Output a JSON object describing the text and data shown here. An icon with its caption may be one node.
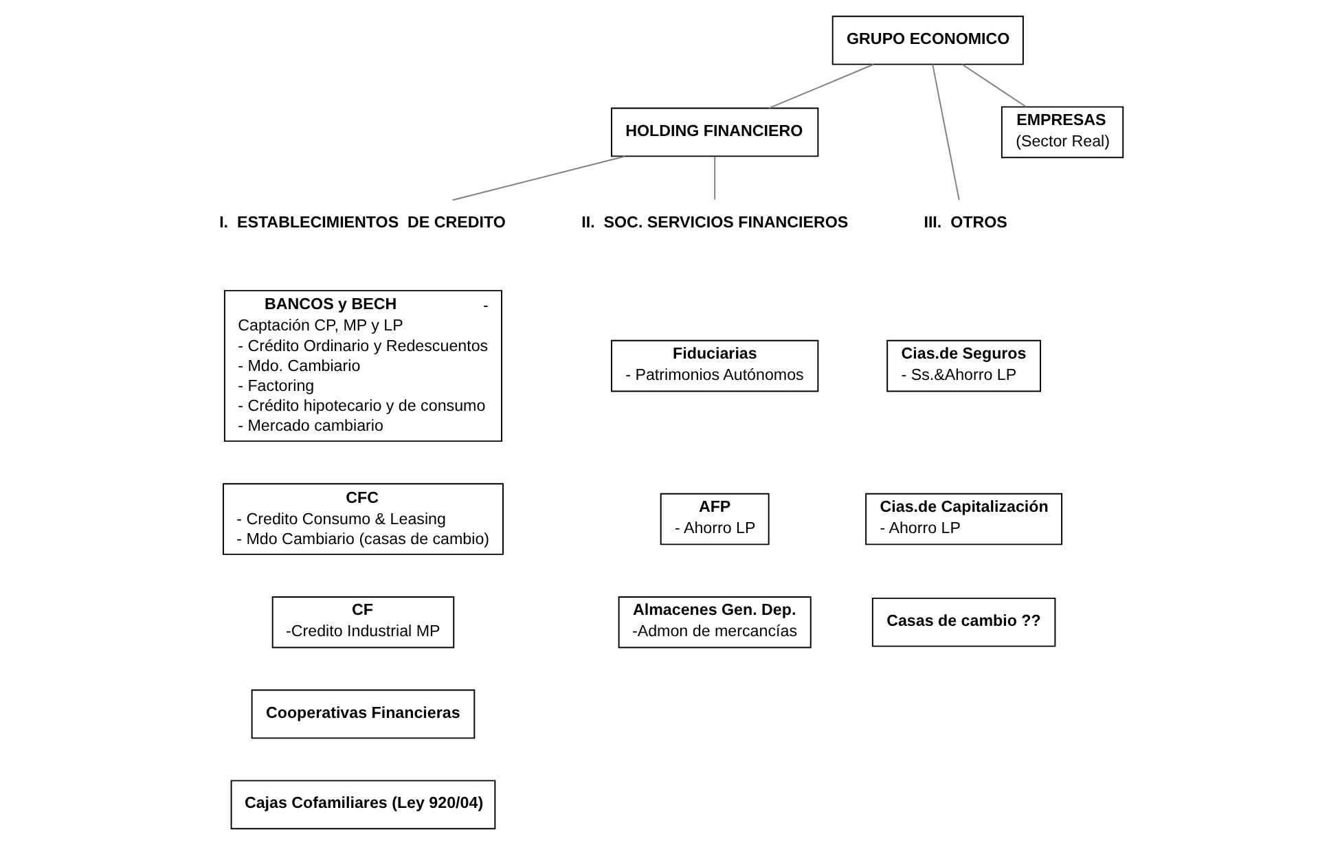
{
  "diagram": {
    "nodes": [
      {
        "text": [
          "GRUPO ECONOMICO"
        ]
      },
      {
        "text": [
          "HOLDING FINANCIERO"
        ]
      },
      {
        "text": [
          "EMPRESAS",
          "(Sector Real)"
        ]
      },
      {
        "text": [
          "I.  ESTABLECIMIENTOS  DE CREDITO"
        ]
      },
      {
        "text": [
          "II.  SOC. SERVICIOS FINANCIEROS"
        ]
      },
      {
        "text": [
          "III.  OTROS"
        ]
      },
      {
        "text": [
          "BANCOS y BECH",
          "-",
          "Captación CP, MP y LP",
          "- Crédito Ordinario y Redescuentos",
          "- Mdo. Cambiario",
          "- Factoring",
          "- Crédito hipotecario y de consumo",
          "- Mercado cambiario"
        ]
      },
      {
        "text": [
          "CFC",
          "- Credito Consumo & Leasing",
          "- Mdo Cambiario (casas de cambio)"
        ]
      },
      {
        "text": [
          "CF",
          "-Credito Industrial MP"
        ]
      },
      {
        "text": [
          "Cooperativas Financieras"
        ]
      },
      {
        "text": [
          "Cajas Cofamiliares (Ley 920/04)"
        ]
      },
      {
        "text": [
          "Fiduciarias",
          "- Patrimonios Autónomos"
        ]
      },
      {
        "text": [
          "AFP",
          "- Ahorro LP"
        ]
      },
      {
        "text": [
          "Almacenes Gen. Dep.",
          "-Admon de mercancías"
        ]
      },
      {
        "text": [
          "Cias.de Seguros",
          "- Ss.&Ahorro LP"
        ]
      },
      {
        "text": [
          "Cias.de Capitalización",
          "- Ahorro LP"
        ]
      },
      {
        "text": [
          "Casas de cambio ??"
        ]
      }
    ],
    "edges": [
      {
        "from": 0,
        "to": 1,
        "arrow": "none"
      },
      {
        "from": 0,
        "to": 5,
        "arrow": "none"
      },
      {
        "from": 0,
        "to": 2,
        "arrow": "none"
      },
      {
        "from": 1,
        "to": 3,
        "arrow": "none"
      },
      {
        "from": 1,
        "to": 4,
        "arrow": "none"
      }
    ]
  }
}
